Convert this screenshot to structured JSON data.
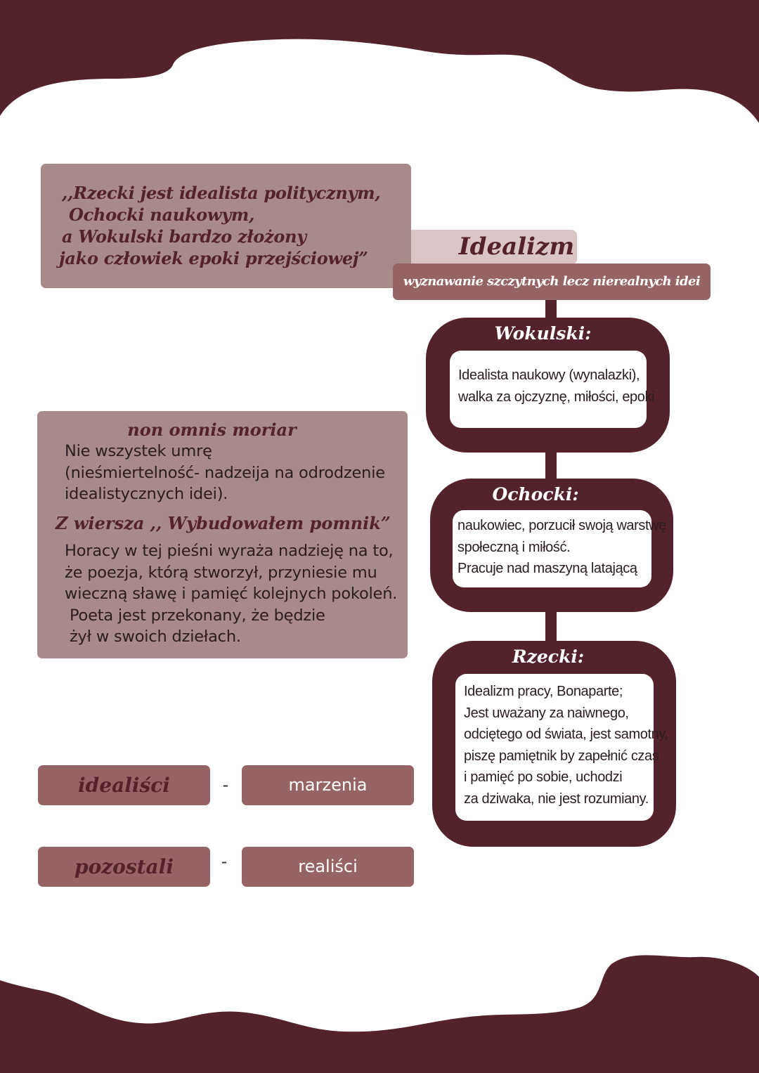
{
  "quote": {
    "lines": [
      ",,Rzecki jest idealista politycznym,",
      "Ochocki naukowym,",
      "a Wokulski bardzo złożony",
      "jako człowiek epoki przejściowej”"
    ]
  },
  "concept": {
    "title": "Idealizm",
    "definition": "wyznawanie szczytnych lecz nierealnych idei"
  },
  "characters": [
    {
      "name": "Wokulski:",
      "lines": [
        "Idealista naukowy (wynalazki),",
        "walka za ojczyznę, miłości, epoki"
      ]
    },
    {
      "name": "Ochocki:",
      "lines": [
        "naukowiec, porzucił swoją warstwę",
        "społeczną i miłość.",
        "Pracuje nad maszyną latającą"
      ]
    },
    {
      "name": "Rzecki:",
      "lines": [
        "Idealizm pracy, Bonaparte;",
        "Jest uważany za naiwnego,",
        "odciętego od świata, jest samotny,",
        "piszę pamiętnik by zapełnić czas",
        "i pamięć po sobie, uchodzi",
        "za dziwaka, nie jest rozumiany."
      ]
    }
  ],
  "latin": {
    "heading": "non omnis moriar",
    "lines": [
      "Nie wszystek umrę",
      "(nieśmiertelność- nadzeija na odrodzenie",
      "idealistycznych idei)."
    ],
    "subheading": "Z wiersza ,, Wybudowałem pomnik”",
    "poem_lines": [
      "Horacy w tej pieśni wyraża nadzieję na to,",
      "że poezja, którą stworzył, przyniesie mu",
      "wieczną sławę i pamięć kolejnych pokoleń.",
      " Poeta jest przekonany, że będzie",
      " żył w swoich dziełach."
    ]
  },
  "pairs": [
    {
      "left": "idealiści",
      "dash": "-",
      "right": "marzenia"
    },
    {
      "left": "pozostali",
      "dash": "-",
      "right": "realiści"
    }
  ],
  "colors": {
    "maroon": "#54222a",
    "mauve": "#a98a8a",
    "rose": "#976466",
    "blush": "#d9c5c5"
  }
}
